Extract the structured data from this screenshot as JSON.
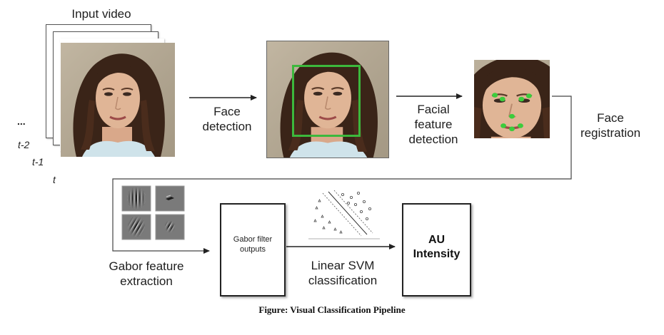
{
  "labels": {
    "input_video": "Input video",
    "face_detection_line1": "Face",
    "face_detection_line2": "detection",
    "facial_feature_line1": "Facial",
    "facial_feature_line2": "feature",
    "facial_feature_line3": "detection",
    "face_registration_line1": "Face",
    "face_registration_line2": "registration",
    "gabor_extraction_line1": "Gabor feature",
    "gabor_extraction_line2": "extraction",
    "gabor_outputs_line1": "Gabor filter",
    "gabor_outputs_line2": "outputs",
    "svm_line1": "Linear SVM",
    "svm_line2": "classification",
    "au_line1": "AU",
    "au_line2": "Intensity"
  },
  "time_labels": [
    "...",
    "t-2",
    "t-1",
    "t"
  ],
  "caption": "Figure: Visual Classification Pipeline",
  "colors": {
    "detection_box": "#3cb83c",
    "landmark": "#3ccc3c",
    "arrow": "#222222"
  }
}
